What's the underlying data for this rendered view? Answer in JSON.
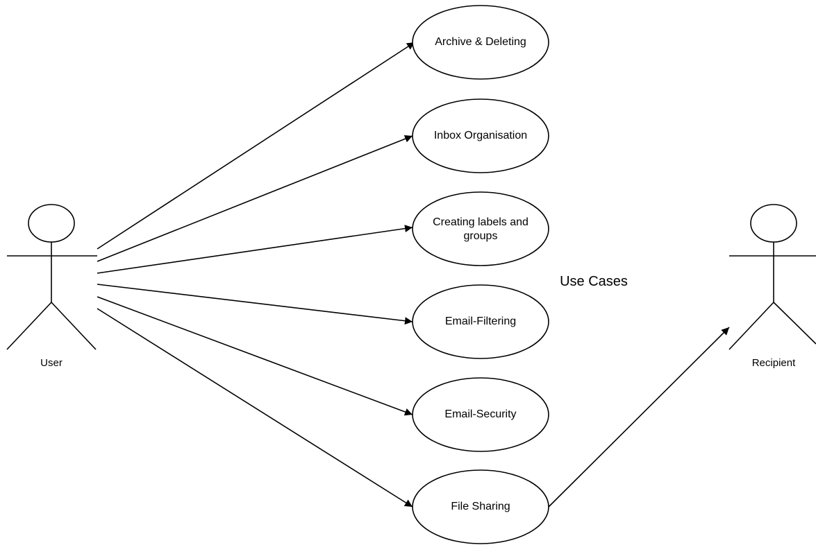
{
  "title": "Use Cases",
  "actors": [
    {
      "id": "user",
      "label": "User"
    },
    {
      "id": "recipient",
      "label": "Recipient"
    }
  ],
  "use_cases": [
    {
      "id": "archive",
      "lines": [
        "Archive & Deleting"
      ]
    },
    {
      "id": "inbox",
      "lines": [
        "Inbox Organisation"
      ]
    },
    {
      "id": "labels",
      "lines": [
        "Creating labels and",
        "groups"
      ]
    },
    {
      "id": "filtering",
      "lines": [
        "Email-Filtering"
      ]
    },
    {
      "id": "security",
      "lines": [
        "Email-Security"
      ]
    },
    {
      "id": "filesharing",
      "lines": [
        "File Sharing"
      ]
    }
  ],
  "associations": [
    {
      "from": "user",
      "to": "archive"
    },
    {
      "from": "user",
      "to": "inbox"
    },
    {
      "from": "user",
      "to": "labels"
    },
    {
      "from": "user",
      "to": "filtering"
    },
    {
      "from": "user",
      "to": "security"
    },
    {
      "from": "user",
      "to": "filesharing"
    },
    {
      "from": "filesharing",
      "to": "recipient"
    }
  ]
}
